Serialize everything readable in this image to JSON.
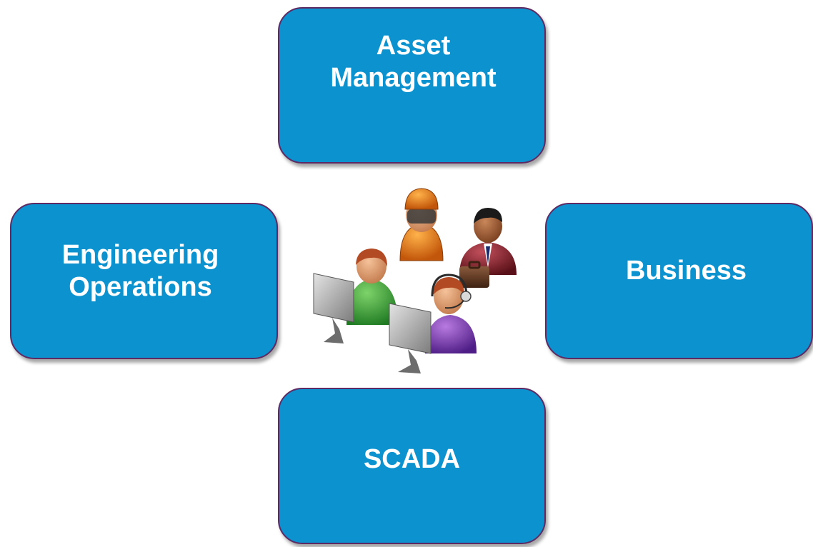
{
  "boxes": {
    "asset_management": "Asset\nManagement",
    "engineering_operations": "Engineering\nOperations",
    "business": "Business",
    "scada": "SCADA"
  },
  "colors": {
    "box_fill": "#0c93cf",
    "box_border": "#5d2a63",
    "box_text": "#ffffff"
  },
  "illustration": {
    "icon": "people-group-icon",
    "figures": [
      "worker-hardhat-icon",
      "businessman-briefcase-icon",
      "operator-computer-icon",
      "support-headset-icon"
    ]
  }
}
